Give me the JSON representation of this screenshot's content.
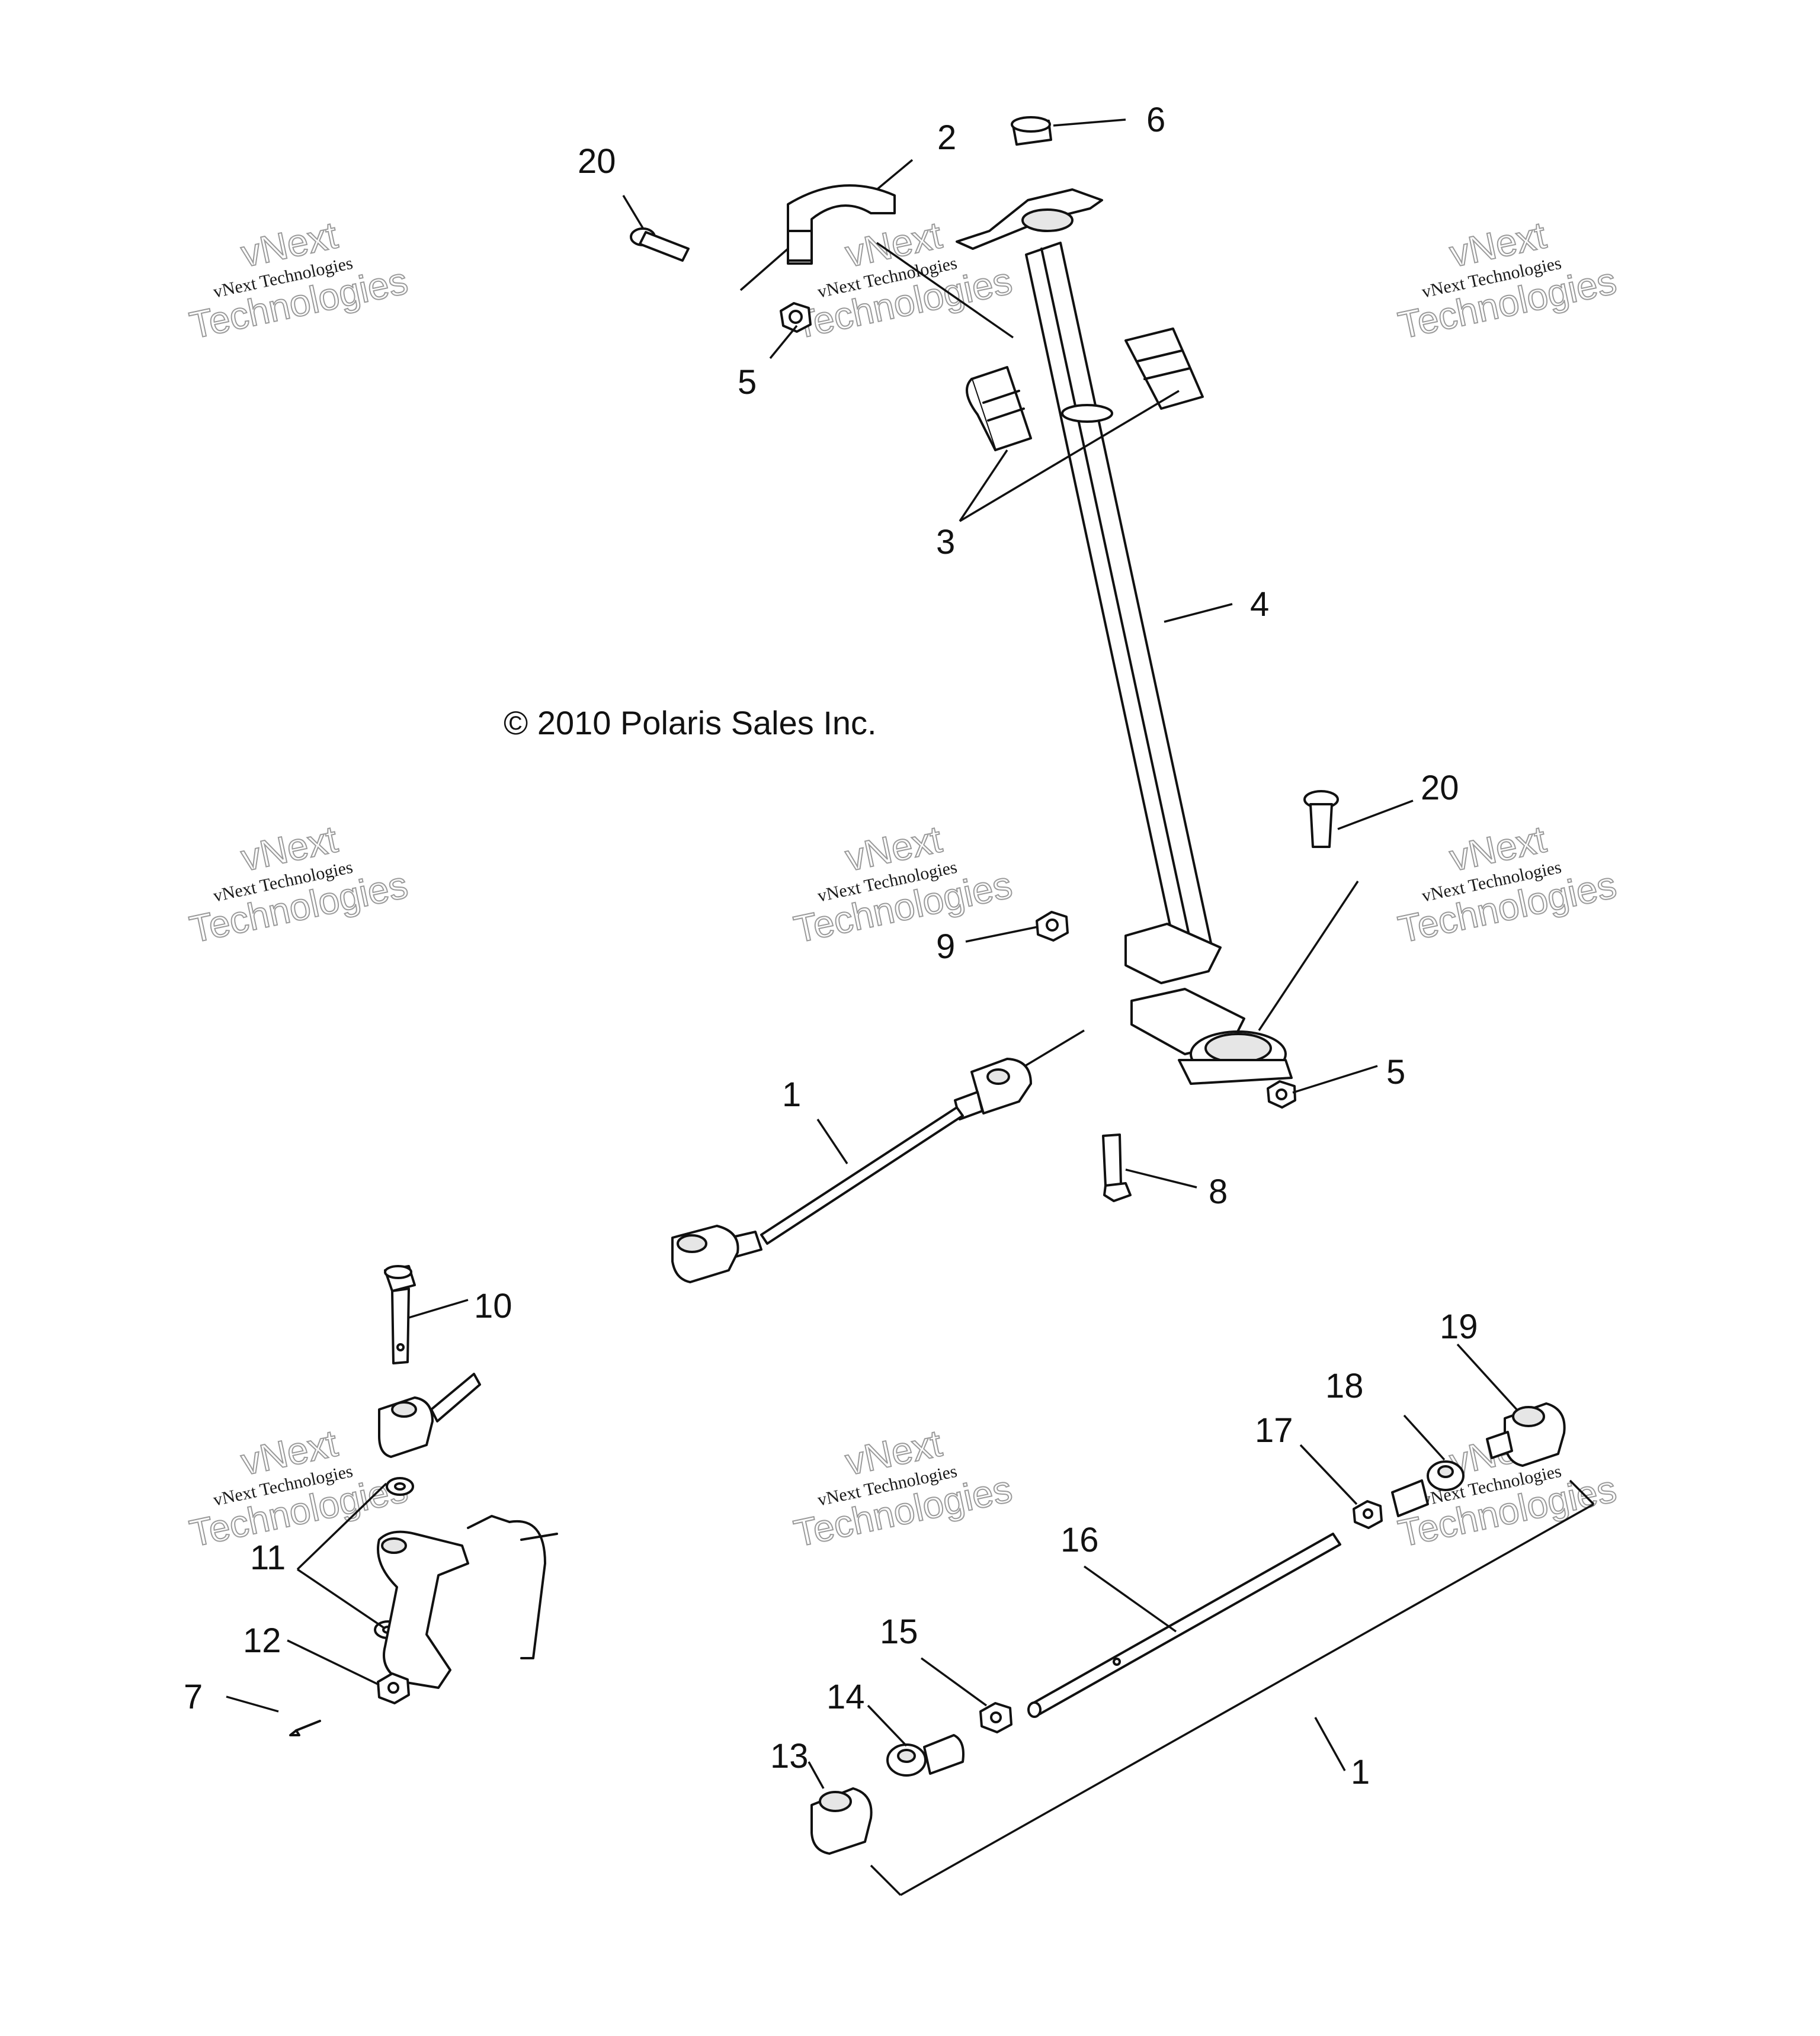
{
  "copyright": "© 2010 Polaris Sales Inc.",
  "watermark": {
    "line1": "vNext",
    "line2": "vNext Technologies",
    "line3": "Technologies"
  },
  "callouts": [
    "2",
    "6",
    "20",
    "5",
    "3",
    "4",
    "20",
    "9",
    "5",
    "1",
    "8",
    "10",
    "19",
    "18",
    "17",
    "11",
    "16",
    "12",
    "15",
    "7",
    "14",
    "13",
    "1"
  ]
}
